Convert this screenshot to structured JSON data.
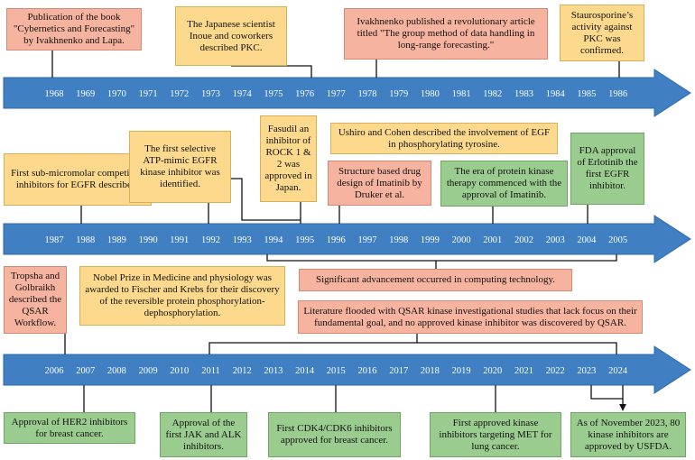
{
  "colors": {
    "arrow": "#3f7fc2",
    "red": "#f6b39f",
    "yellow": "#fdd98d",
    "green": "#9bcc8f"
  },
  "rows": [
    {
      "years": [
        "1968",
        "1969",
        "1970",
        "1971",
        "1972",
        "1973",
        "1974",
        "1975",
        "1976",
        "1977",
        "1978",
        "1979",
        "1980",
        "1981",
        "1982",
        "1983",
        "1984",
        "1985",
        "1986"
      ]
    },
    {
      "years": [
        "1987",
        "1988",
        "1989",
        "1990",
        "1991",
        "1992",
        "1993",
        "1994",
        "1995",
        "1996",
        "1997",
        "1998",
        "1999",
        "2000",
        "2001",
        "2002",
        "2003",
        "2004",
        "2005"
      ]
    },
    {
      "years": [
        "2006",
        "2007",
        "2008",
        "2009",
        "2010",
        "2011",
        "2012",
        "2013",
        "2014",
        "2015",
        "2016",
        "2017",
        "2018",
        "2019",
        "2020",
        "2021",
        "2022",
        "2023",
        "2024"
      ]
    }
  ],
  "events": {
    "e1": "Publication of the book \"Cybernetics and Forecasting\" by Ivakhnenko and Lapa.",
    "e2": "The Japanese scientist Inoue and coworkers described PKC.",
    "e3": "Ivakhnenko published a revolutionary article titled \"The group method of data handling in long-range forecasting.\"",
    "e4": "Staurosporine’s activity against PKC was confirmed.",
    "e5": "First sub-micromolar competitive inhibitors for EGFR described.",
    "e6": "The first selective ATP-mimic EGFR kinase inhibitor was identified.",
    "e7": "Fasudil an inhibitor of ROCK 1 & 2 was approved in Japan.",
    "e8": "Ushiro and Cohen described the involvement of EGF in phosphorylating tyrosine.",
    "e9": "Structure based drug design of Imatinib by Druker et al.",
    "e10": "The era of protein kinase therapy commenced with the approval of Imatinib.",
    "e11": "FDA approval of Erlotinib the first EGFR inhibitor.",
    "e12": "Tropsha and Golbraikh described the QSAR Workflow.",
    "e13": "Nobel Prize in Medicine and physiology was awarded to Fischer and Krebs for their discovery of the reversible protein phosphorylation-dephosphorylation.",
    "e14": "Significant advancement occurred in computing technology.",
    "e15": "Literature flooded with QSAR kinase investigational studies that lack focus on their fundamental goal, and no approved kinase inhibitor was discovered by QSAR.",
    "e16": "Approval of HER2 inhibitors for breast cancer.",
    "e17": "Approval of the first JAK and ALK inhibitors.",
    "e18": "First CDK4/CDK6 inhibitors approved for breast cancer.",
    "e19": "First approved kinase inhibitors targeting MET for lung cancer.",
    "e20": "As of November 2023, 80 kinase inhibitors are approved by USFDA."
  }
}
